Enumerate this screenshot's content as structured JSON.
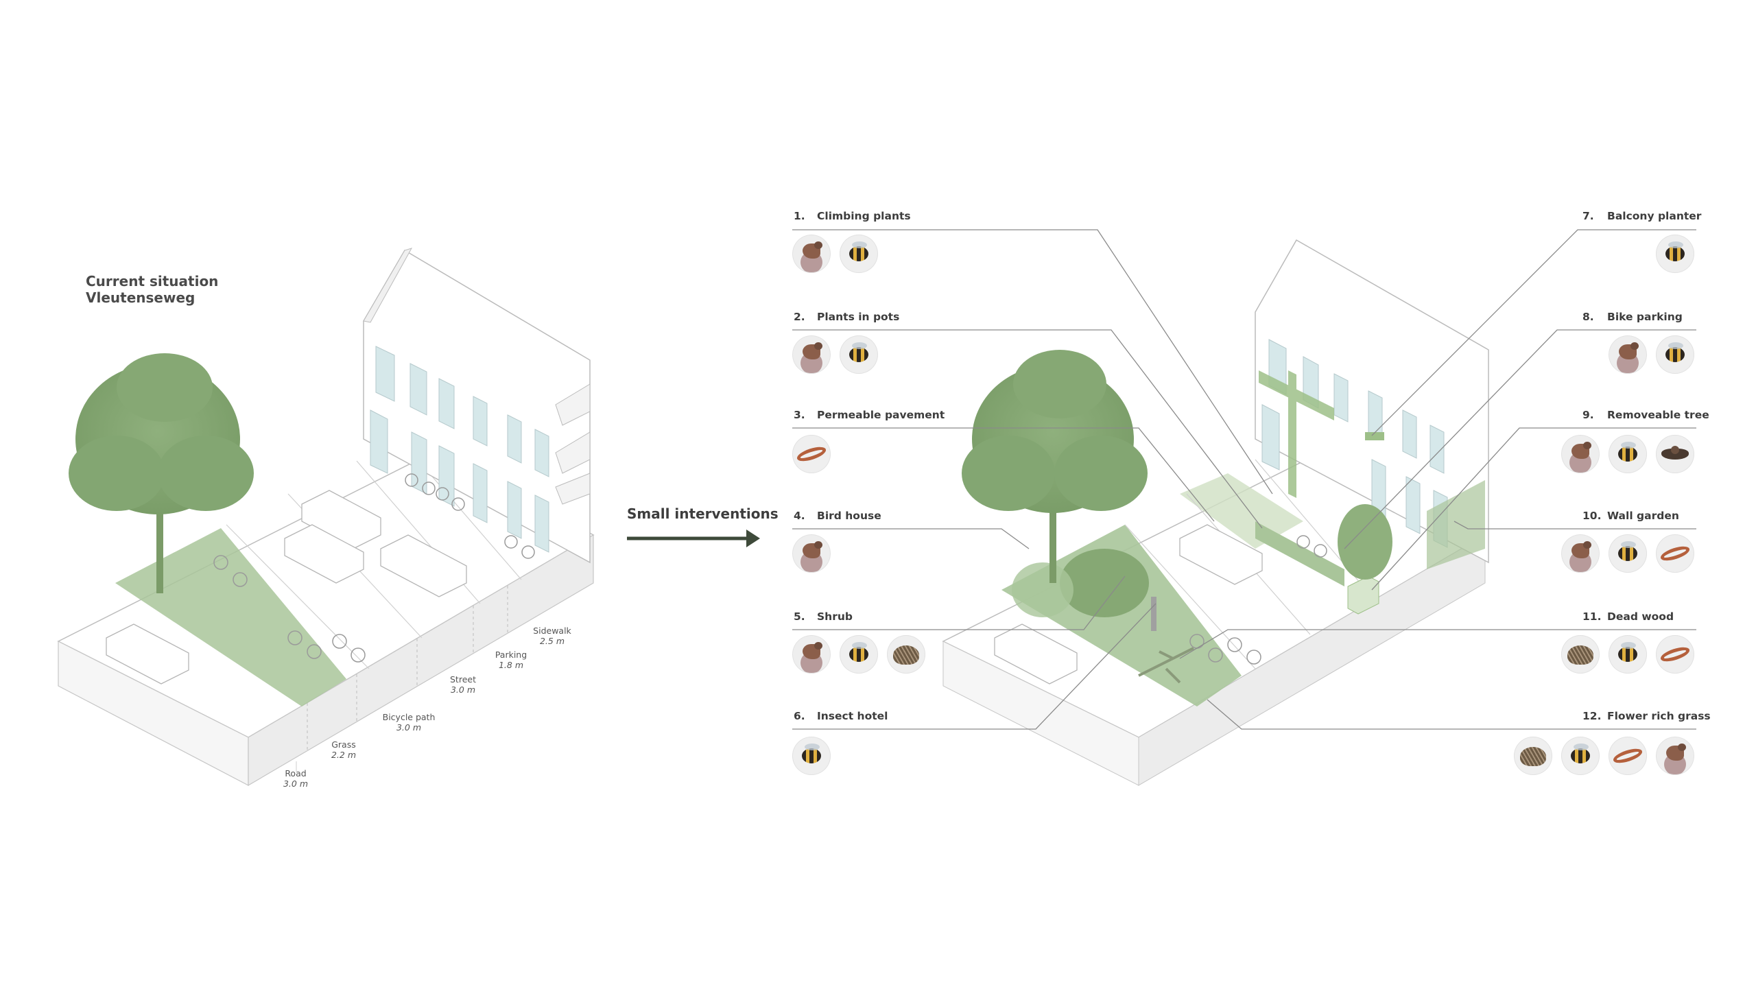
{
  "left_diagram": {
    "title_line1": "Current situation",
    "title_line2": "Vleutenseweg",
    "dimensions": [
      {
        "label": "Road",
        "value": "3.0 m"
      },
      {
        "label": "Grass",
        "value": "2.2 m"
      },
      {
        "label": "Bicycle path",
        "value": "3.0 m"
      },
      {
        "label": "Street",
        "value": "3.0 m"
      },
      {
        "label": "Parking",
        "value": "1.8 m"
      },
      {
        "label": "Sidewalk",
        "value": "2.5 m"
      }
    ]
  },
  "arrow_label": "Small interventions",
  "colors": {
    "green": "#a9c59a",
    "tree_green": "#7fa46d",
    "line": "#8a8a8a",
    "arrow": "#3e4a3a"
  },
  "interventions_left": [
    {
      "num": "1.",
      "label": "Climbing plants",
      "species": [
        "bird",
        "bee"
      ]
    },
    {
      "num": "2.",
      "label": "Plants in pots",
      "species": [
        "bird",
        "bee"
      ]
    },
    {
      "num": "3.",
      "label": "Permeable pavement",
      "species": [
        "worm"
      ]
    },
    {
      "num": "4.",
      "label": "Bird house",
      "species": [
        "bird"
      ]
    },
    {
      "num": "5.",
      "label": "Shrub",
      "species": [
        "bird",
        "bee",
        "hedgehog"
      ]
    },
    {
      "num": "6.",
      "label": "Insect hotel",
      "species": [
        "bee"
      ]
    }
  ],
  "interventions_right": [
    {
      "num": "7.",
      "label": "Balcony planter",
      "species": [
        "bee"
      ]
    },
    {
      "num": "8.",
      "label": "Bike parking",
      "species": [
        "bird",
        "bee"
      ]
    },
    {
      "num": "9.",
      "label": "Removeable tree",
      "species": [
        "bird",
        "bee",
        "bat"
      ]
    },
    {
      "num": "10.",
      "label": "Wall garden",
      "species": [
        "bird",
        "bee",
        "worm"
      ]
    },
    {
      "num": "11.",
      "label": "Dead wood",
      "species": [
        "hedgehog",
        "bee",
        "worm"
      ]
    },
    {
      "num": "12.",
      "label": "Flower rich grass",
      "species": [
        "hedgehog",
        "bee",
        "worm",
        "bird"
      ]
    }
  ]
}
